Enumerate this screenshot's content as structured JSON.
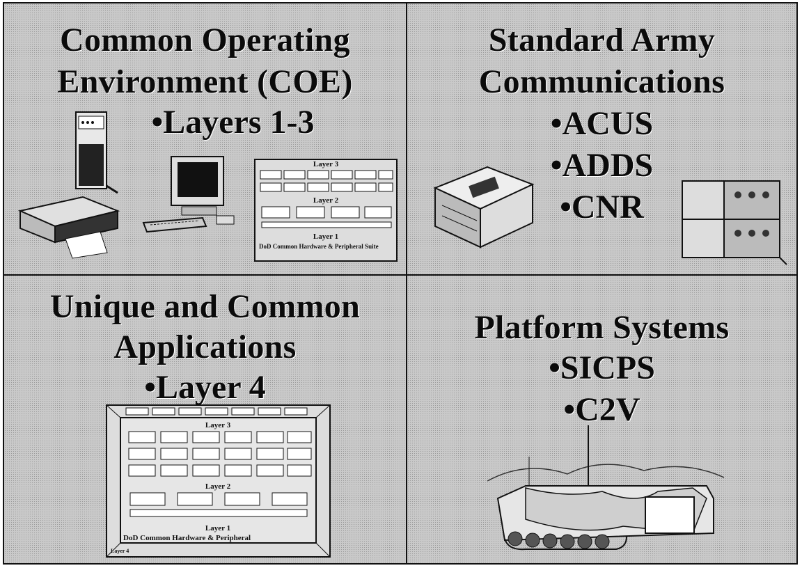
{
  "panels": {
    "coe": {
      "title_line1": "Common Operating",
      "title_line2": "Environment (COE)",
      "bullets": [
        "•Layers 1-3"
      ],
      "diagram": {
        "layer3": "Layer 3",
        "layer2": "Layer 2",
        "layer1": "Layer 1",
        "caption": "DoD Common Hardware & Peripheral Suite"
      }
    },
    "comms": {
      "title_line1": "Standard Army",
      "title_line2": "Communications",
      "bullets": [
        "•ACUS",
        "•ADDS",
        "•CNR"
      ]
    },
    "apps": {
      "title_line1": "Unique and Common",
      "title_line2": "Applications",
      "bullets": [
        "•Layer 4"
      ],
      "diagram": {
        "layer3": "Layer 3",
        "layer2": "Layer 2",
        "layer1": "Layer 1",
        "caption": "DoD Common Hardware & Peripheral",
        "corner": "Layer 4"
      }
    },
    "platform": {
      "title_line1": "Platform Systems",
      "bullets": [
        "•SICPS",
        "•C2V"
      ]
    }
  },
  "colors": {
    "background": "#c9c9c9",
    "border": "#111111",
    "text": "#0b0b0b"
  }
}
